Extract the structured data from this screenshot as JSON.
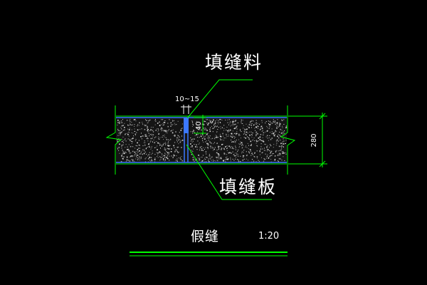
{
  "drawing": {
    "title": "假缝",
    "scale": "1:20",
    "labels": {
      "joint_filler": "填缝料",
      "joint_board": "填缝板"
    },
    "dimensions": {
      "joint_width": "10~15",
      "filler_depth": "40",
      "slab_thickness": "280"
    },
    "colors": {
      "background": "#000000",
      "outline": "#00ff00",
      "slab_surface": "#3c78ff",
      "leader": "#00ff00",
      "text": "#ffffff",
      "aggregate": "#cfcfcf"
    }
  }
}
